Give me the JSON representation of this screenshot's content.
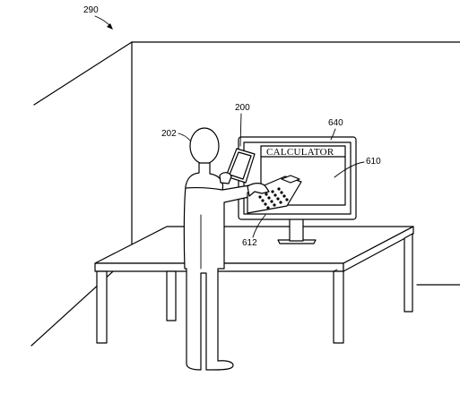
{
  "figure": {
    "labels": {
      "room": "290",
      "device": "200",
      "user": "202",
      "monitor": "640",
      "virtual_calculator": "610",
      "virtual_keypad": "612"
    },
    "screen_title": "CALCULATOR"
  }
}
